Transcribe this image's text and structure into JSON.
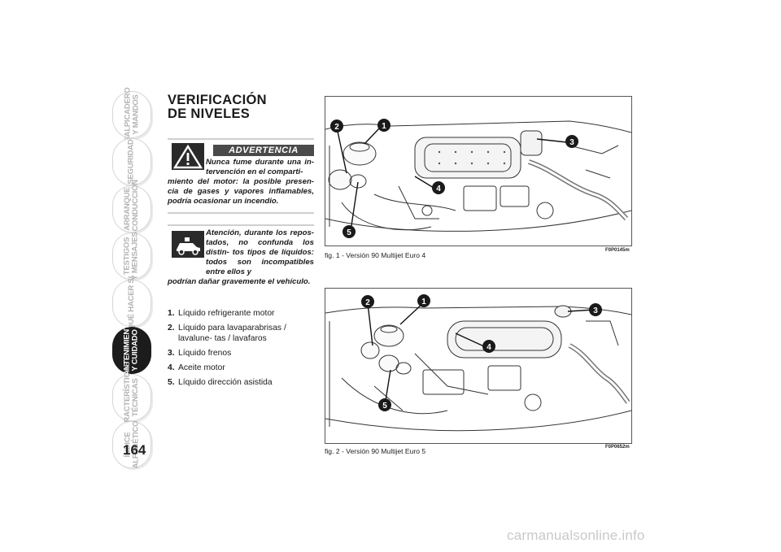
{
  "tabs": [
    {
      "lines": [
        "SALPICADERO",
        "Y MANDOS"
      ]
    },
    {
      "lines": [
        "SEGURIDAD"
      ]
    },
    {
      "lines": [
        "ARRANQUE",
        "Y CONDUCCIÓN"
      ]
    },
    {
      "lines": [
        "TESTIGOS",
        "Y MENSAJES"
      ]
    },
    {
      "lines": [
        "QUÉ HACER SI"
      ]
    },
    {
      "lines": [
        "MANTENIMIENTO",
        "Y CUIDADO"
      ]
    },
    {
      "lines": [
        "CARACTERÍSTICAS",
        "TÉCNICAS"
      ]
    },
    {
      "lines": [
        "ÍNDICE",
        "ALFABÉTICO"
      ]
    }
  ],
  "page_number": "164",
  "title": {
    "line1": "VERIFICACIÓN",
    "line2": "DE NIVELES"
  },
  "warning": {
    "banner": "ADVERTENCIA",
    "icon": "warning-triangle-icon",
    "text_indented": "Nunca fume durante una in- tervención en el comparti-",
    "text_rest": "miento del motor: la posible presen- cia de gases y vapores inflamables, podría ocasionar un incendio."
  },
  "caution": {
    "icon": "car-caution-icon",
    "text_indented": "Atención, durante los repos- tados, no confunda los distin- tos tipos de líquidos: todos son incompatibles entre ellos y",
    "text_rest": "podrían dañar gravemente el vehículo."
  },
  "legend": [
    {
      "n": "1.",
      "text": "Líquido refrigerante motor"
    },
    {
      "n": "2.",
      "text": "Líquido para lavaparabrisas / lavalune- tas / lavafaros"
    },
    {
      "n": "3.",
      "text": "Líquido frenos"
    },
    {
      "n": "4.",
      "text": "Aceite motor"
    },
    {
      "n": "5.",
      "text": "Líquido dirección asistida"
    }
  ],
  "figures": [
    {
      "caption": "fig. 1 - Versión 90 Multijet Euro 4",
      "code": "F0P0145m",
      "callouts": [
        "1",
        "2",
        "3",
        "4",
        "5"
      ]
    },
    {
      "caption": "fig. 2 - Versión 90 Multijet Euro 5",
      "code": "F0P0652m",
      "callouts": [
        "1",
        "2",
        "3",
        "4",
        "5"
      ]
    }
  ],
  "watermark": "carmanualsonline.info"
}
